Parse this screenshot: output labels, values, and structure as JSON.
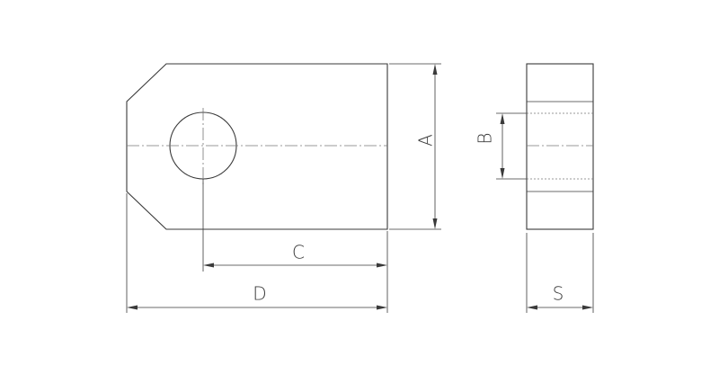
{
  "dimensions": {
    "a_label": "A",
    "b_label": "B",
    "c_label": "C",
    "d_label": "D",
    "s_label": "S"
  },
  "colors": {
    "line": "#3a3a3a",
    "centerline": "#777777",
    "background": "#ffffff"
  }
}
